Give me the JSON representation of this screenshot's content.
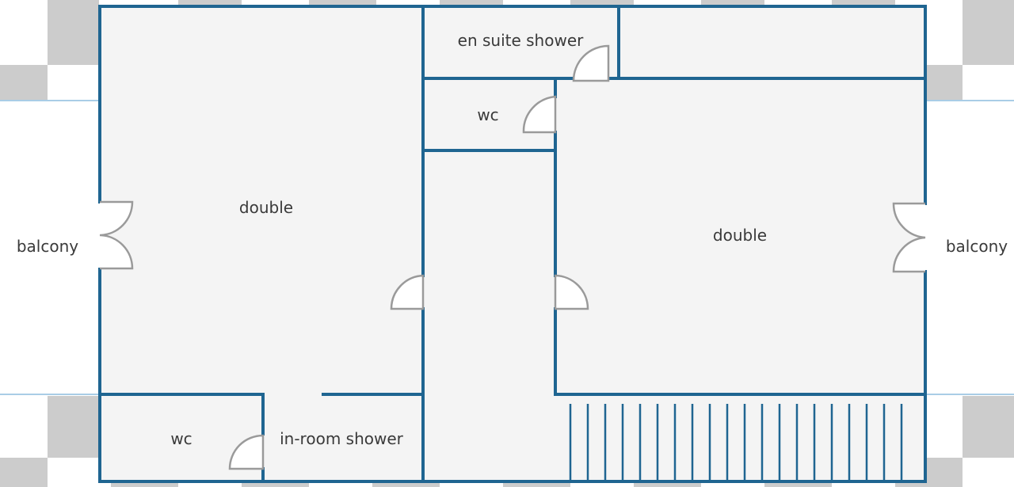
{
  "rooms": {
    "double_left": "double",
    "double_right": "double",
    "en_suite_shower": "en suite shower",
    "wc_upper": "wc",
    "wc_lower": "wc",
    "in_room_shower": "in-room shower"
  },
  "outside": {
    "balcony_left": "balcony",
    "balcony_right": "balcony"
  },
  "colors": {
    "wall": "#1f6591",
    "floor": "#f4f4f4",
    "door": "#9a9a9a",
    "checker": "#cccccc",
    "guide": "#a9cde6"
  }
}
